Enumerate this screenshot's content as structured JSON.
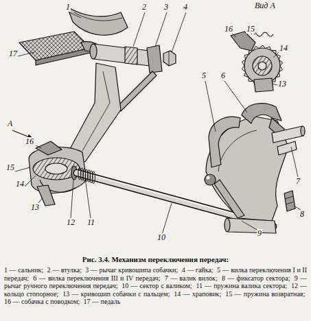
{
  "diagram": {
    "caption": "Рис. 3.4. Механизм переключения передач:",
    "labels": [
      "1",
      "2",
      "3",
      "4",
      "Вид А",
      "16",
      "15",
      "14",
      "13",
      "17",
      "5",
      "6",
      "А",
      "16",
      "7",
      "15",
      "14",
      "8",
      "13",
      "12",
      "11",
      "9",
      "10",
      "1 — сальник;",
      "2 — втулка;",
      "3 — рычаг кривошипа собачки;",
      "4 — гайка;",
      "5 — вилка переключения I и II передач;",
      "6 — вилка переключения III и IV передач;",
      "7 — валик вилок;",
      "8 — фиксатор сектора;",
      "9 — рычаг ручного переключения передач;",
      "10 — сектор с валиком;",
      "11 — пружина валика сектора;",
      "12 — кольцо стопорное;",
      "13 — кривошип собачки с пальцем;",
      "14 — храповик;",
      "15 — пружина возвратная;",
      "16 — собачка с поводком;",
      "17 — педаль"
    ]
  }
}
